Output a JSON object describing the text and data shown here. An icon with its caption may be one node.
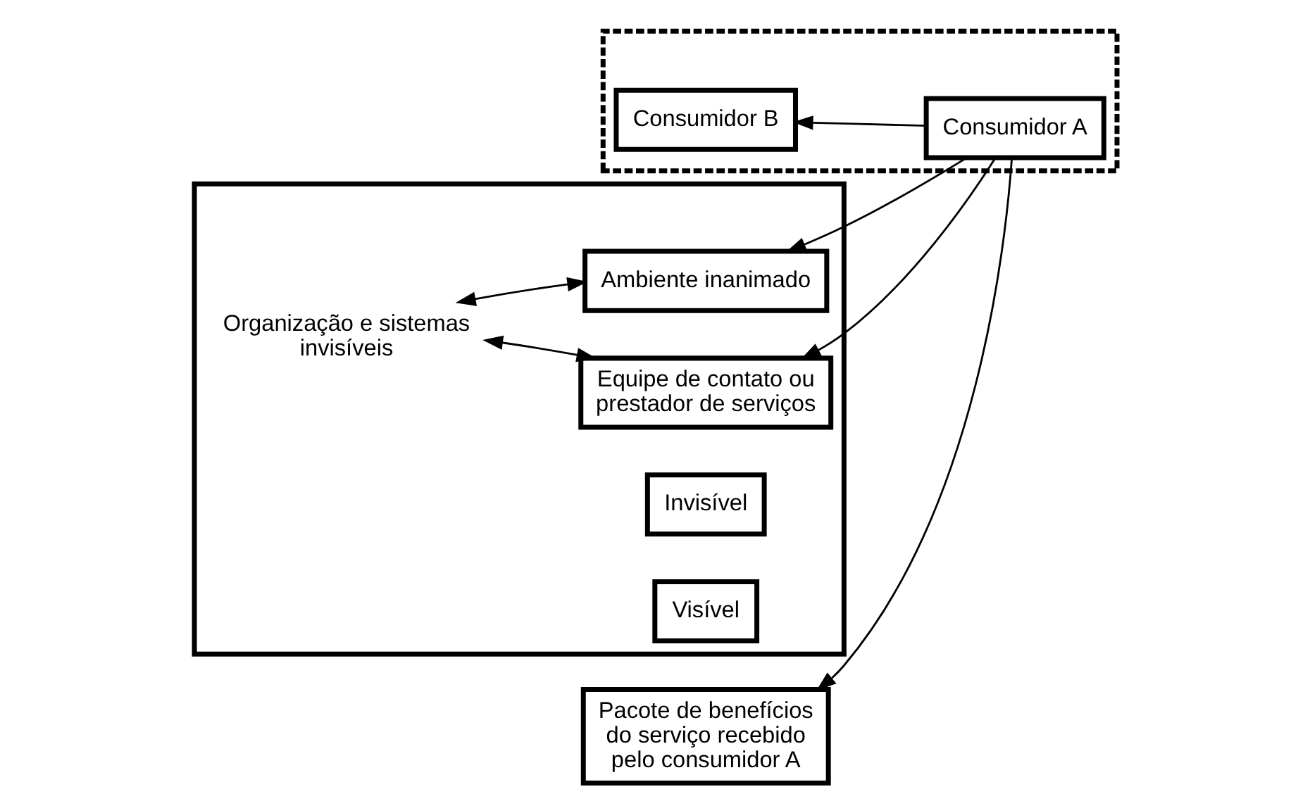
{
  "diagram": {
    "nodes": [
      {
        "text": [],
        "shape": "box"
      },
      {
        "text": [],
        "shape": "box"
      },
      {
        "text": [
          "Organização e sistemas invisíveis"
        ],
        "in": 1
      },
      {
        "text": [
          "Ambiente inanimado"
        ],
        "in": 1
      },
      {
        "text": [
          "Equipe de contato ou prestador de serviços"
        ],
        "in": 1
      },
      {
        "text": [
          "Invisível"
        ],
        "in": 1
      },
      {
        "text": [
          "Visível"
        ],
        "in": 1
      },
      {
        "text": [
          "Consumidor A"
        ],
        "in": 0
      },
      {
        "text": [
          "Consumidor B"
        ],
        "in": 0
      },
      {
        "text": [
          "Pacote de benefícios do serviço recebido pelo consumidor A"
        ]
      }
    ],
    "edges": [
      {
        "from": 2,
        "to": 3,
        "arrow": "both"
      },
      {
        "from": 2,
        "to": 4,
        "arrow": "both"
      },
      {
        "from": 7,
        "to": 3,
        "arrow": "to"
      },
      {
        "from": 7,
        "to": 4,
        "arrow": "to"
      },
      {
        "from": 7,
        "to": 8,
        "arrow": "to"
      },
      {
        "from": 7,
        "to": 9,
        "arrow": "to"
      }
    ]
  }
}
